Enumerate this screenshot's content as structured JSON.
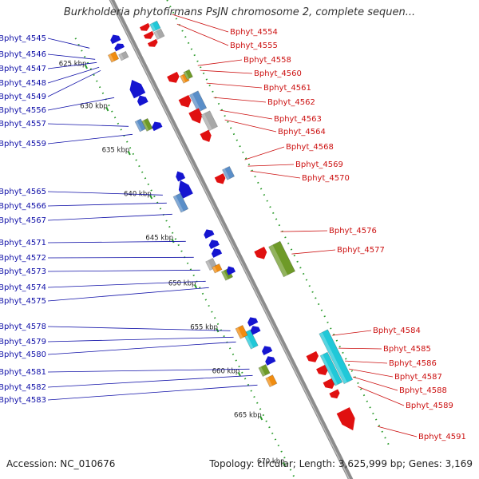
{
  "title": "Burkholderia phytofirmans PsJN chromosome 2, complete sequen...",
  "footer": {
    "accession": "Accession: NC_010676",
    "topology": "Topology: circular; Length: 3,625,999 bp; Genes: 3,169"
  },
  "colors": {
    "backbone": "#8c8c8c",
    "dots": "#2a9a2a",
    "left_label": "#1010a8",
    "right_label": "#cc1010",
    "forward_gene": "#e01010",
    "reverse_gene": "#1515d0",
    "rna_blue": "#5a8ec8",
    "rna_cyan": "#20c8d8",
    "orange": "#f08c10",
    "olive": "#6e9a28",
    "grey": "#a8a8a8"
  },
  "ticks": [
    "625 kbp",
    "630 kbp",
    "635 kbp",
    "640 kbp",
    "645 kbp",
    "650 kbp",
    "655 kbp",
    "660 kbp",
    "665 kbp",
    "670 kbp"
  ],
  "left_labels": [
    "Bphyt_4545",
    "Bphyt_4546",
    "Bphyt_4547",
    "Bphyt_4548",
    "Bphyt_4549",
    "Bphyt_4556",
    "Bphyt_4557",
    "Bphyt_4559",
    "Bphyt_4565",
    "Bphyt_4566",
    "Bphyt_4567",
    "Bphyt_4571",
    "Bphyt_4572",
    "Bphyt_4573",
    "Bphyt_4574",
    "Bphyt_4575",
    "Bphyt_4578",
    "Bphyt_4579",
    "Bphyt_4580",
    "Bphyt_4581",
    "Bphyt_4582",
    "Bphyt_4583"
  ],
  "right_labels": [
    "Bphyt_4554",
    "Bphyt_4555",
    "Bphyt_4558",
    "Bphyt_4560",
    "Bphyt_4561",
    "Bphyt_4562",
    "Bphyt_4563",
    "Bphyt_4564",
    "Bphyt_4568",
    "Bphyt_4569",
    "Bphyt_4570",
    "Bphyt_4576",
    "Bphyt_4577",
    "Bphyt_4584",
    "Bphyt_4585",
    "Bphyt_4586",
    "Bphyt_4587",
    "Bphyt_4588",
    "Bphyt_4589",
    "Bphyt_4591"
  ]
}
